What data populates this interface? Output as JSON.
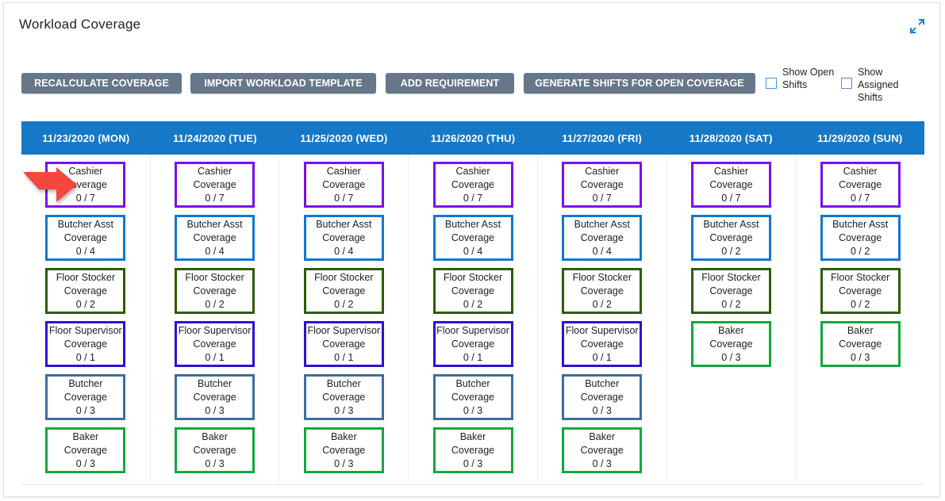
{
  "header": {
    "title": "Workload Coverage",
    "collapse_icon": "compress-arrows-icon",
    "accent_blue": "#1679c8",
    "button_gray": "#67778a"
  },
  "toolbar": {
    "buttons": [
      {
        "id": "recalculate-coverage",
        "label": "RECALCULATE COVERAGE"
      },
      {
        "id": "import-workload-template",
        "label": "IMPORT WORKLOAD TEMPLATE"
      },
      {
        "id": "add-requirement",
        "label": "ADD REQUIREMENT"
      },
      {
        "id": "generate-shifts-for-open-coverage",
        "label": "GENERATE SHIFTS FOR OPEN COVERAGE"
      }
    ],
    "checkboxes": [
      {
        "id": "show-open-shifts",
        "label": "Show Open Shifts",
        "checked": false
      },
      {
        "id": "show-assigned-shifts",
        "label": "Show Assigned Shifts",
        "checked": false
      }
    ]
  },
  "grid": {
    "columns": [
      {
        "header": "11/23/2020 (MON)"
      },
      {
        "header": "11/24/2020 (TUE)"
      },
      {
        "header": "11/25/2020 (WED)"
      },
      {
        "header": "11/26/2020 (THU)"
      },
      {
        "header": "11/27/2020 (FRI)"
      },
      {
        "header": "11/28/2020 (SAT)"
      },
      {
        "header": "11/29/2020 (SUN)"
      }
    ],
    "role_colors": {
      "Cashier": "#7a0ff0",
      "Butcher Asst": "#1177d1",
      "Floor Stocker": "#2f5c06",
      "Floor Supervisor": "#2f10d6",
      "Butcher": "#3d6e9c",
      "Baker": "#12a83d"
    },
    "coverage_word": "Coverage",
    "cells": [
      [
        {
          "role": "Cashier",
          "count": "0 / 7"
        },
        {
          "role": "Butcher Asst",
          "count": "0 / 4"
        },
        {
          "role": "Floor Stocker",
          "count": "0 / 2"
        },
        {
          "role": "Floor Supervisor",
          "count": "0 / 1"
        },
        {
          "role": "Butcher",
          "count": "0 / 3"
        },
        {
          "role": "Baker",
          "count": "0 / 3"
        }
      ],
      [
        {
          "role": "Cashier",
          "count": "0 / 7"
        },
        {
          "role": "Butcher Asst",
          "count": "0 / 4"
        },
        {
          "role": "Floor Stocker",
          "count": "0 / 2"
        },
        {
          "role": "Floor Supervisor",
          "count": "0 / 1"
        },
        {
          "role": "Butcher",
          "count": "0 / 3"
        },
        {
          "role": "Baker",
          "count": "0 / 3"
        }
      ],
      [
        {
          "role": "Cashier",
          "count": "0 / 7"
        },
        {
          "role": "Butcher Asst",
          "count": "0 / 4"
        },
        {
          "role": "Floor Stocker",
          "count": "0 / 2"
        },
        {
          "role": "Floor Supervisor",
          "count": "0 / 1"
        },
        {
          "role": "Butcher",
          "count": "0 / 3"
        },
        {
          "role": "Baker",
          "count": "0 / 3"
        }
      ],
      [
        {
          "role": "Cashier",
          "count": "0 / 7"
        },
        {
          "role": "Butcher Asst",
          "count": "0 / 4"
        },
        {
          "role": "Floor Stocker",
          "count": "0 / 2"
        },
        {
          "role": "Floor Supervisor",
          "count": "0 / 1"
        },
        {
          "role": "Butcher",
          "count": "0 / 3"
        },
        {
          "role": "Baker",
          "count": "0 / 3"
        }
      ],
      [
        {
          "role": "Cashier",
          "count": "0 / 7"
        },
        {
          "role": "Butcher Asst",
          "count": "0 / 4"
        },
        {
          "role": "Floor Stocker",
          "count": "0 / 2"
        },
        {
          "role": "Floor Supervisor",
          "count": "0 / 1"
        },
        {
          "role": "Butcher",
          "count": "0 / 3"
        },
        {
          "role": "Baker",
          "count": "0 / 3"
        }
      ],
      [
        {
          "role": "Cashier",
          "count": "0 / 7"
        },
        {
          "role": "Butcher Asst",
          "count": "0 / 2"
        },
        {
          "role": "Floor Stocker",
          "count": "0 / 2"
        },
        {
          "role": "Baker",
          "count": "0 / 3"
        }
      ],
      [
        {
          "role": "Cashier",
          "count": "0 / 7"
        },
        {
          "role": "Butcher Asst",
          "count": "0 / 2"
        },
        {
          "role": "Floor Stocker",
          "count": "0 / 2"
        },
        {
          "role": "Baker",
          "count": "0 / 3"
        }
      ]
    ]
  },
  "annotation": {
    "arrow_color": "#f5473c",
    "points_at": "Cashier Coverage 0 / 7 (11/23/2020 MON)"
  }
}
